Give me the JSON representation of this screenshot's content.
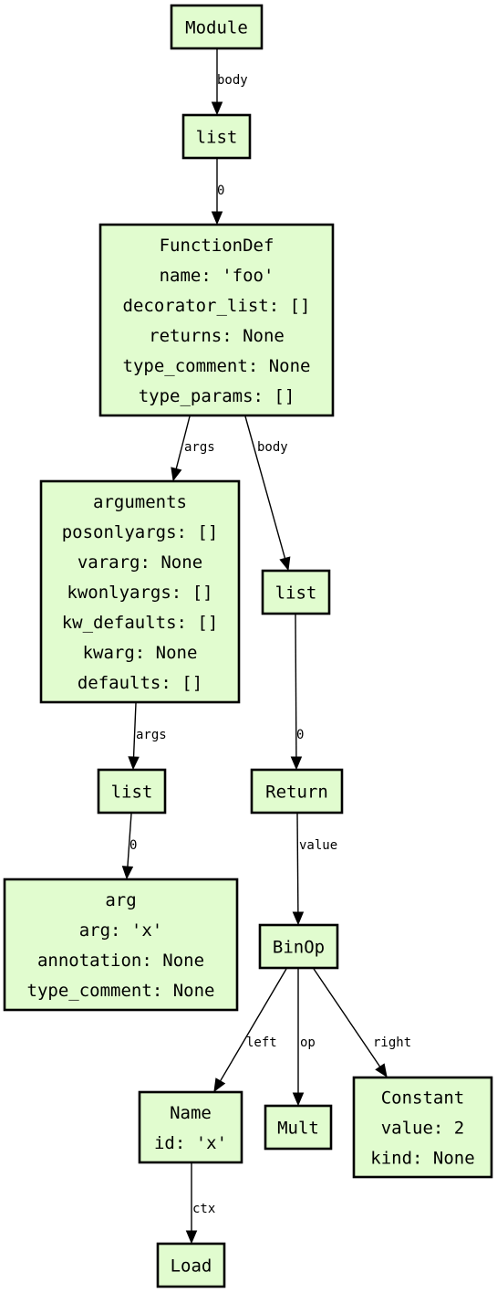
{
  "diagram": {
    "colors": {
      "node_fill": "#e1fccf",
      "stroke": "#000000"
    },
    "nodes": [
      {
        "id": "module",
        "lines": [
          "Module"
        ]
      },
      {
        "id": "list_body",
        "lines": [
          "list"
        ]
      },
      {
        "id": "functiondef",
        "lines": [
          "FunctionDef",
          "name: 'foo'",
          "decorator_list: []",
          "returns: None",
          "type_comment: None",
          "type_params: []"
        ]
      },
      {
        "id": "arguments",
        "lines": [
          "arguments",
          "posonlyargs: []",
          "vararg: None",
          "kwonlyargs: []",
          "kw_defaults: []",
          "kwarg: None",
          "defaults: []"
        ]
      },
      {
        "id": "list_fbody",
        "lines": [
          "list"
        ]
      },
      {
        "id": "list_args",
        "lines": [
          "list"
        ]
      },
      {
        "id": "return",
        "lines": [
          "Return"
        ]
      },
      {
        "id": "arg",
        "lines": [
          "arg",
          "arg: 'x'",
          "annotation: None",
          "type_comment: None"
        ]
      },
      {
        "id": "binop",
        "lines": [
          "BinOp"
        ]
      },
      {
        "id": "name",
        "lines": [
          "Name",
          "id: 'x'"
        ]
      },
      {
        "id": "mult",
        "lines": [
          "Mult"
        ]
      },
      {
        "id": "constant",
        "lines": [
          "Constant",
          "value: 2",
          "kind: None"
        ]
      },
      {
        "id": "load",
        "lines": [
          "Load"
        ]
      }
    ],
    "edges": [
      {
        "from": "module",
        "to": "list_body",
        "label": "body"
      },
      {
        "from": "list_body",
        "to": "functiondef",
        "label": "0"
      },
      {
        "from": "functiondef",
        "to": "arguments",
        "label": "args"
      },
      {
        "from": "functiondef",
        "to": "list_fbody",
        "label": "body"
      },
      {
        "from": "arguments",
        "to": "list_args",
        "label": "args"
      },
      {
        "from": "list_fbody",
        "to": "return",
        "label": "0"
      },
      {
        "from": "list_args",
        "to": "arg",
        "label": "0"
      },
      {
        "from": "return",
        "to": "binop",
        "label": "value"
      },
      {
        "from": "binop",
        "to": "name",
        "label": "left"
      },
      {
        "from": "binop",
        "to": "mult",
        "label": "op"
      },
      {
        "from": "binop",
        "to": "constant",
        "label": "right"
      },
      {
        "from": "name",
        "to": "load",
        "label": "ctx"
      }
    ]
  }
}
